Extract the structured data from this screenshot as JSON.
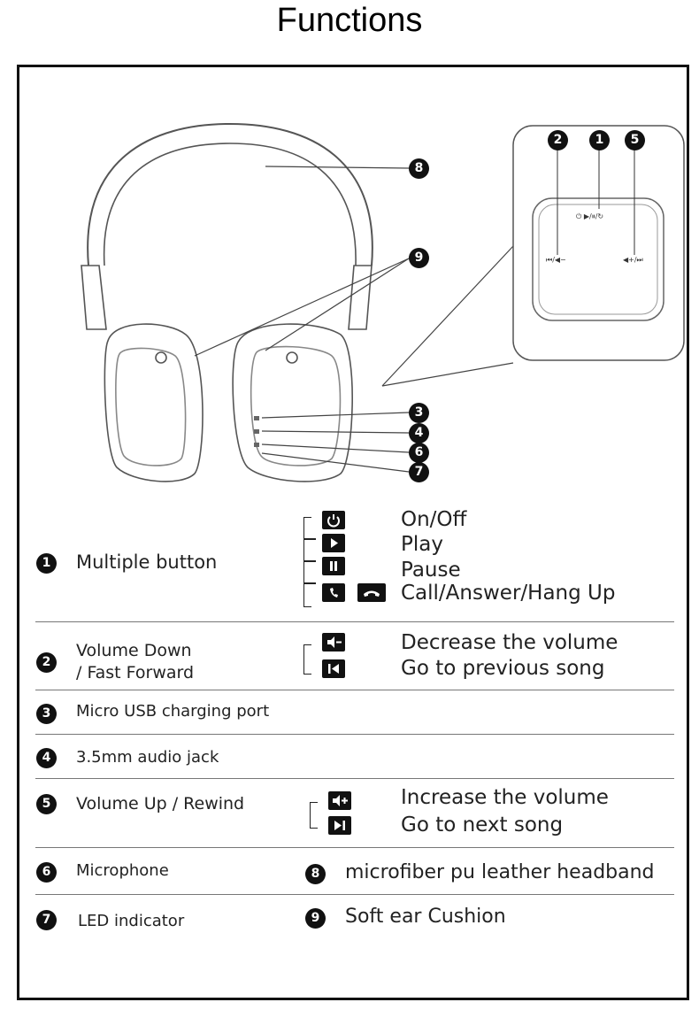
{
  "page": {
    "title": "Functions"
  },
  "illustration": {
    "callouts": [
      "8",
      "9",
      "3",
      "4",
      "6",
      "7"
    ],
    "panel_callouts": [
      "2",
      "1",
      "5"
    ],
    "panel_labels": {
      "top": "⏻ ▶/⏸/↻",
      "left": "⏮/◀−",
      "right": "◀+/⏭"
    }
  },
  "functions": [
    {
      "num": "1",
      "label": "Multiple button",
      "actions": [
        {
          "icon": "power-icon",
          "text": "On/Off"
        },
        {
          "icon": "play-icon",
          "text": "Play"
        },
        {
          "icon": "pause-icon",
          "text": "Pause"
        },
        {
          "icon": "phone-icon",
          "text": "Call/Answer/Hang Up"
        }
      ]
    },
    {
      "num": "2",
      "label_line1": "Volume Down",
      "label_line2": "/ Fast Forward",
      "actions": [
        {
          "icon": "volume-down-icon",
          "text": "Decrease the volume"
        },
        {
          "icon": "previous-track-icon",
          "text": "Go to previous song"
        }
      ]
    },
    {
      "num": "3",
      "label": "Micro USB charging port"
    },
    {
      "num": "4",
      "label": "3.5mm audio jack"
    },
    {
      "num": "5",
      "label": "Volume Up / Rewind",
      "actions": [
        {
          "icon": "volume-up-icon",
          "text": "Increase the volume"
        },
        {
          "icon": "next-track-icon",
          "text": "Go to next song"
        }
      ]
    },
    {
      "num": "6",
      "label": "Microphone"
    },
    {
      "num": "7",
      "label": "LED indicator"
    },
    {
      "num": "8",
      "label": "microfiber pu leather headband"
    },
    {
      "num": "9",
      "label": "Soft ear Cushion"
    }
  ]
}
